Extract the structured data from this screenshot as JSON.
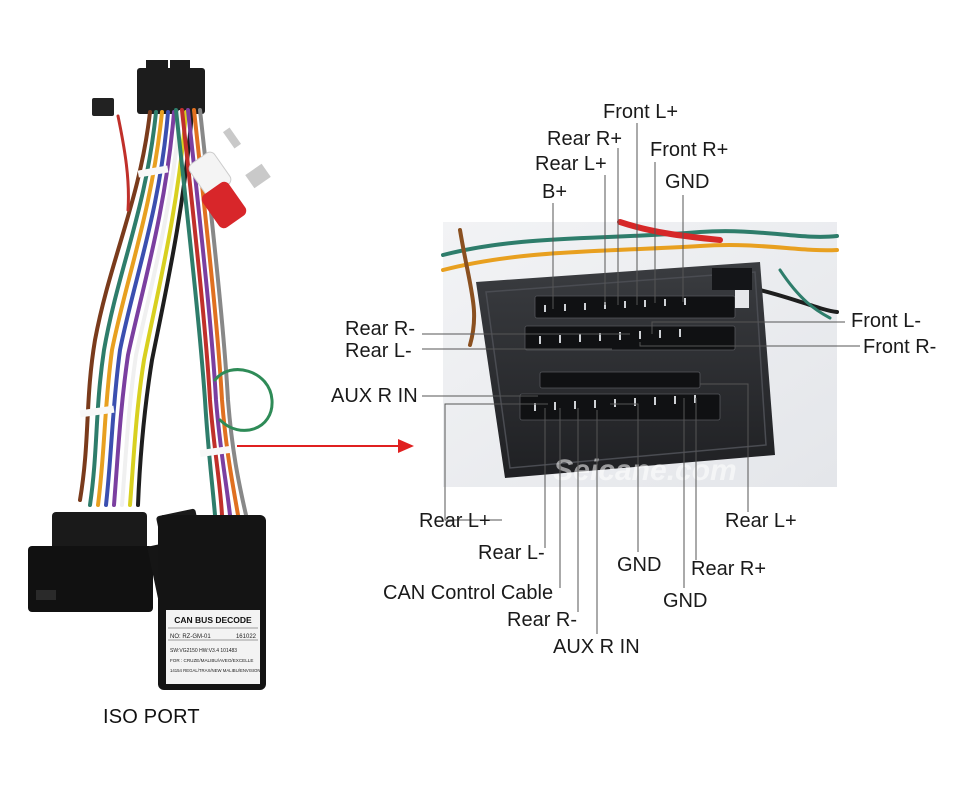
{
  "left_photo": {
    "caption": "ISO PORT",
    "module_label": {
      "line1": "CAN BUS DECODE",
      "line2a": "NO: RZ-GM-01",
      "line2b": "161022",
      "line3": "SW:VG2150    HW:V3.4    101483",
      "line4": "FOR : CRUZE/MALIBU/AVEO/EXCELLE",
      "line5": "14154  REGAL/TRAX/NEW MALIBU/ENVISION"
    }
  },
  "right_photo": {
    "watermark": "Seicane.com"
  },
  "pins": {
    "front_l_plus": "Front L+",
    "rear_r_plus_top": "Rear R+",
    "rear_l_plus_top": "Rear L+",
    "front_r_plus": "Front R+",
    "gnd_top": "GND",
    "b_plus": "B+",
    "rear_r_minus_left": "Rear R-",
    "rear_l_minus_left": "Rear L-",
    "front_l_minus": "Front L-",
    "front_r_minus": "Front R-",
    "aux_r_in_left": "AUX R IN",
    "rear_l_plus_bottom": "Rear L+",
    "rear_l_minus_bottom": "Rear L-",
    "can_control_cable": "CAN Control Cable",
    "rear_r_minus_bottom": "Rear R-",
    "aux_r_in_bottom": "AUX R IN",
    "gnd_bottom_1": "GND",
    "gnd_bottom_2": "GND",
    "rear_r_plus_bottom": "Rear R+",
    "rear_l_plus_right": "Rear L+"
  },
  "colors": {
    "arrow": "#e02020",
    "connector_body": "#2b2d31",
    "module_body": "#141414"
  }
}
